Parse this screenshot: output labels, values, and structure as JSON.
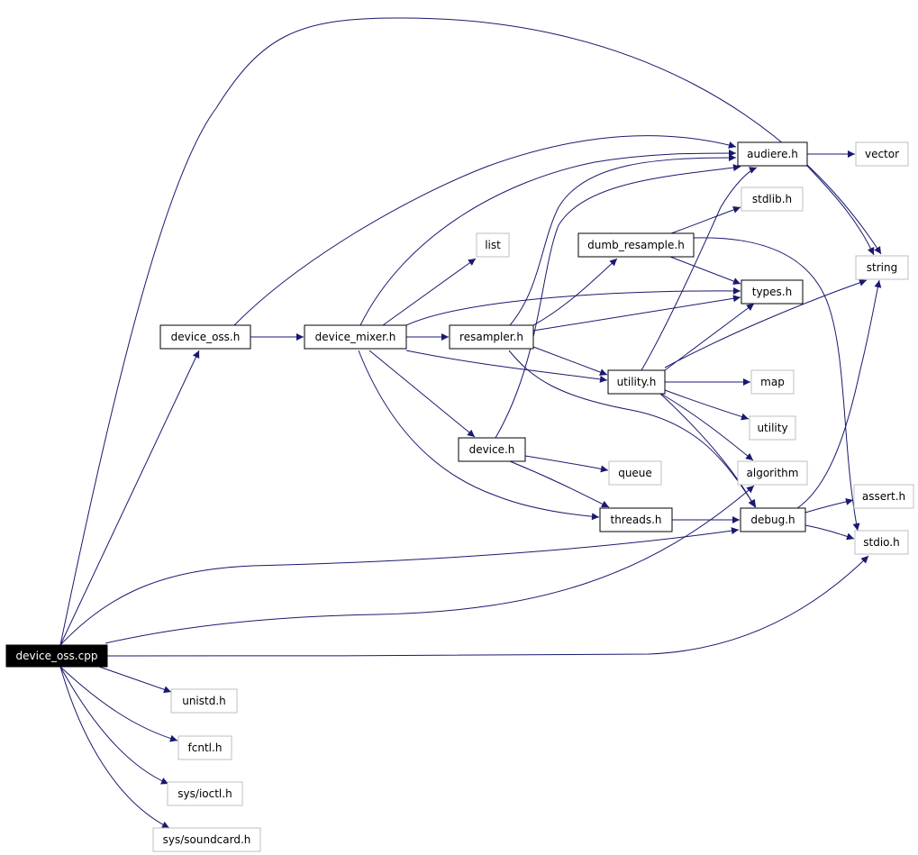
{
  "graph": {
    "nodes": [
      {
        "id": "device_oss_cpp",
        "label": "device_oss.cpp",
        "kind": "root"
      },
      {
        "id": "device_oss_h",
        "label": "device_oss.h",
        "kind": "internal"
      },
      {
        "id": "device_mixer_h",
        "label": "device_mixer.h",
        "kind": "internal"
      },
      {
        "id": "resampler_h",
        "label": "resampler.h",
        "kind": "internal"
      },
      {
        "id": "dumb_resample_h",
        "label": "dumb_resample.h",
        "kind": "internal"
      },
      {
        "id": "audiere_h",
        "label": "audiere.h",
        "kind": "internal"
      },
      {
        "id": "types_h",
        "label": "types.h",
        "kind": "internal"
      },
      {
        "id": "utility_h",
        "label": "utility.h",
        "kind": "internal"
      },
      {
        "id": "device_h",
        "label": "device.h",
        "kind": "internal"
      },
      {
        "id": "threads_h",
        "label": "threads.h",
        "kind": "internal"
      },
      {
        "id": "debug_h",
        "label": "debug.h",
        "kind": "internal"
      },
      {
        "id": "vector",
        "label": "vector",
        "kind": "external"
      },
      {
        "id": "stdlib_h",
        "label": "stdlib.h",
        "kind": "external"
      },
      {
        "id": "string",
        "label": "string",
        "kind": "external"
      },
      {
        "id": "list",
        "label": "list",
        "kind": "external"
      },
      {
        "id": "map",
        "label": "map",
        "kind": "external"
      },
      {
        "id": "utility",
        "label": "utility",
        "kind": "external"
      },
      {
        "id": "algorithm",
        "label": "algorithm",
        "kind": "external"
      },
      {
        "id": "queue",
        "label": "queue",
        "kind": "external"
      },
      {
        "id": "assert_h",
        "label": "assert.h",
        "kind": "external"
      },
      {
        "id": "stdio_h",
        "label": "stdio.h",
        "kind": "external"
      },
      {
        "id": "unistd_h",
        "label": "unistd.h",
        "kind": "external"
      },
      {
        "id": "fcntl_h",
        "label": "fcntl.h",
        "kind": "external"
      },
      {
        "id": "sys_ioctl_h",
        "label": "sys/ioctl.h",
        "kind": "external"
      },
      {
        "id": "sys_soundcard_h",
        "label": "sys/soundcard.h",
        "kind": "external"
      }
    ],
    "edges": [
      {
        "from": "device_oss_cpp",
        "to": "device_oss_h"
      },
      {
        "from": "device_oss_cpp",
        "to": "string"
      },
      {
        "from": "device_oss_cpp",
        "to": "debug_h"
      },
      {
        "from": "device_oss_cpp",
        "to": "algorithm"
      },
      {
        "from": "device_oss_cpp",
        "to": "stdio_h"
      },
      {
        "from": "device_oss_cpp",
        "to": "unistd_h"
      },
      {
        "from": "device_oss_cpp",
        "to": "fcntl_h"
      },
      {
        "from": "device_oss_cpp",
        "to": "sys_ioctl_h"
      },
      {
        "from": "device_oss_cpp",
        "to": "sys_soundcard_h"
      },
      {
        "from": "device_oss_h",
        "to": "device_mixer_h"
      },
      {
        "from": "device_oss_h",
        "to": "audiere_h"
      },
      {
        "from": "device_mixer_h",
        "to": "audiere_h"
      },
      {
        "from": "device_mixer_h",
        "to": "list"
      },
      {
        "from": "device_mixer_h",
        "to": "resampler_h"
      },
      {
        "from": "device_mixer_h",
        "to": "types_h"
      },
      {
        "from": "device_mixer_h",
        "to": "utility_h"
      },
      {
        "from": "device_mixer_h",
        "to": "device_h"
      },
      {
        "from": "device_mixer_h",
        "to": "threads_h"
      },
      {
        "from": "resampler_h",
        "to": "audiere_h"
      },
      {
        "from": "resampler_h",
        "to": "dumb_resample_h"
      },
      {
        "from": "resampler_h",
        "to": "types_h"
      },
      {
        "from": "resampler_h",
        "to": "utility_h"
      },
      {
        "from": "resampler_h",
        "to": "debug_h"
      },
      {
        "from": "dumb_resample_h",
        "to": "stdlib_h"
      },
      {
        "from": "dumb_resample_h",
        "to": "types_h"
      },
      {
        "from": "dumb_resample_h",
        "to": "stdio_h"
      },
      {
        "from": "audiere_h",
        "to": "vector"
      },
      {
        "from": "audiere_h",
        "to": "string"
      },
      {
        "from": "utility_h",
        "to": "audiere_h"
      },
      {
        "from": "utility_h",
        "to": "types_h"
      },
      {
        "from": "utility_h",
        "to": "string"
      },
      {
        "from": "utility_h",
        "to": "map"
      },
      {
        "from": "utility_h",
        "to": "utility"
      },
      {
        "from": "utility_h",
        "to": "algorithm"
      },
      {
        "from": "utility_h",
        "to": "debug_h"
      },
      {
        "from": "device_h",
        "to": "audiere_h"
      },
      {
        "from": "device_h",
        "to": "queue"
      },
      {
        "from": "device_h",
        "to": "threads_h"
      },
      {
        "from": "threads_h",
        "to": "debug_h"
      },
      {
        "from": "debug_h",
        "to": "assert_h"
      },
      {
        "from": "debug_h",
        "to": "stdio_h"
      },
      {
        "from": "debug_h",
        "to": "string"
      }
    ]
  },
  "colors": {
    "edge": "#191970",
    "internal_border": "#000000",
    "external_border": "#bfbfbf",
    "root_fill": "#000000",
    "root_text": "#ffffff"
  }
}
